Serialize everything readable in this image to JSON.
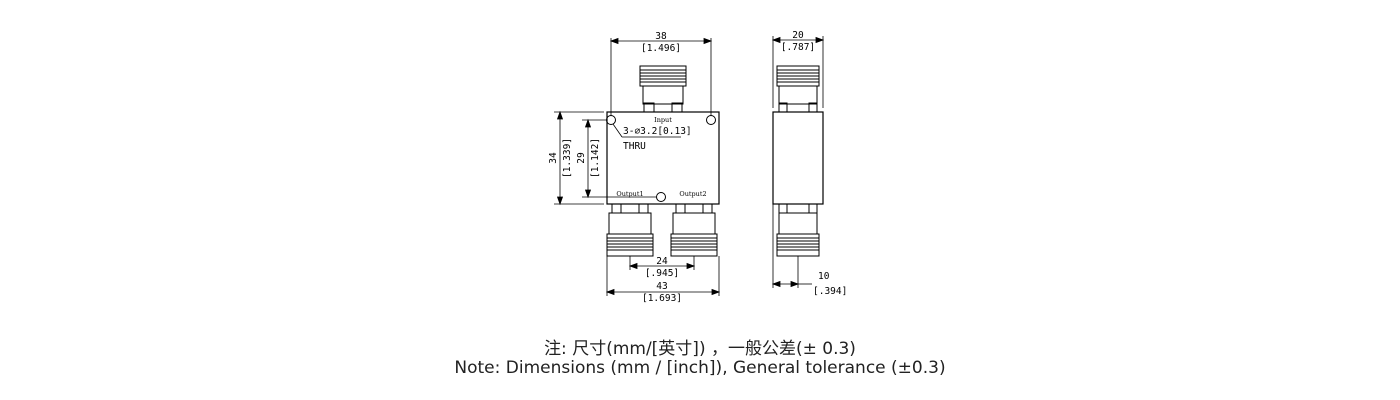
{
  "drawing": {
    "top_width": {
      "mm": "38",
      "inch": "[1.496]"
    },
    "side_width": {
      "mm": "20",
      "inch": "[.787]"
    },
    "overall_height": {
      "mm": "34",
      "inch": "[1.339]"
    },
    "hole_spacing": {
      "mm": "29",
      "inch": "[1.142]"
    },
    "hole_callout": {
      "spec": "3-⌀3.2[0.13]",
      "thru": "THRU"
    },
    "port_labels": {
      "input": "Input",
      "output1": "Output1",
      "output2": "Output2"
    },
    "output_spacing": {
      "mm": "24",
      "inch": "[.945]"
    },
    "overall_width": {
      "mm": "43",
      "inch": "[1.693]"
    },
    "side_offset": {
      "mm": "10",
      "inch": "[.394]"
    }
  },
  "caption": {
    "line_zh": "注: 尺寸(mm/[英寸]) ，一般公差(± 0.3)",
    "line_en": "Note: Dimensions (mm / [inch]), General tolerance (±0.3)"
  }
}
